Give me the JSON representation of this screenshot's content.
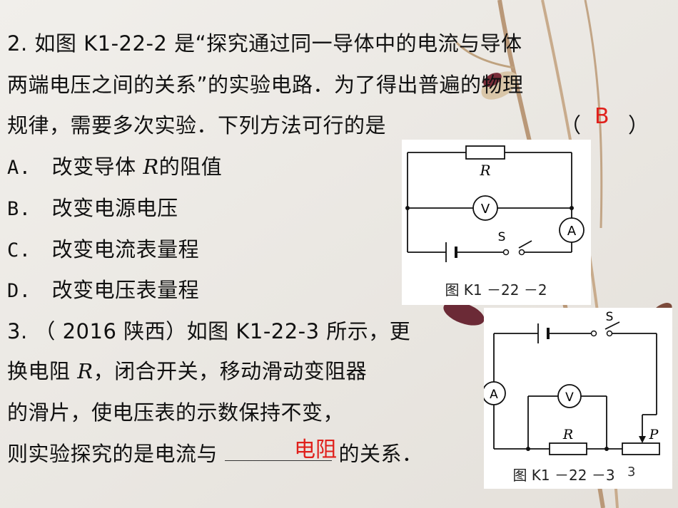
{
  "q2": {
    "line1": "2.  如图 K1-22-2 是“探究通过同一导体中的电流与导体",
    "line2": "两端电压之间的关系”的实验电路．为了得出普遍的物理",
    "line3": "规律，需要多次实验．下列方法可行的是",
    "paren_open": "（",
    "paren_close": "）",
    "answer": "B",
    "options": [
      {
        "label": "A.",
        "text_before": "改变导体 ",
        "var": "R",
        "text_after": "的阻值"
      },
      {
        "label": "B.",
        "text_before": "改变电源电压",
        "var": "",
        "text_after": ""
      },
      {
        "label": "C.",
        "text_before": "改变电流表量程",
        "var": "",
        "text_after": ""
      },
      {
        "label": "D.",
        "text_before": "改变电压表量程",
        "var": "",
        "text_after": ""
      }
    ],
    "figure": {
      "caption": "图 K1 －22 －2",
      "resistor_label": "R",
      "voltmeter_label": "V",
      "ammeter_label": "A",
      "switch_label": "S"
    }
  },
  "q3": {
    "line1": "3.  （ 2016 陕西）如图 K1-22-3 所示，更",
    "line2_before": "换电阻 ",
    "line2_var": "R",
    "line2_after": "，闭合开关，移动滑动变阻器",
    "line3": "的滑片，使电压表的示数保持不变，",
    "line4_before": "则实验探究的是电流与",
    "line4_after": "的关系．",
    "answer": "电阻",
    "figure": {
      "caption": "图 K1 －22 －3",
      "resistor_label": "R",
      "voltmeter_label": "V",
      "ammeter_label": "A",
      "switch_label": "S",
      "rheostat_label": "P"
    }
  },
  "page_number": "3"
}
